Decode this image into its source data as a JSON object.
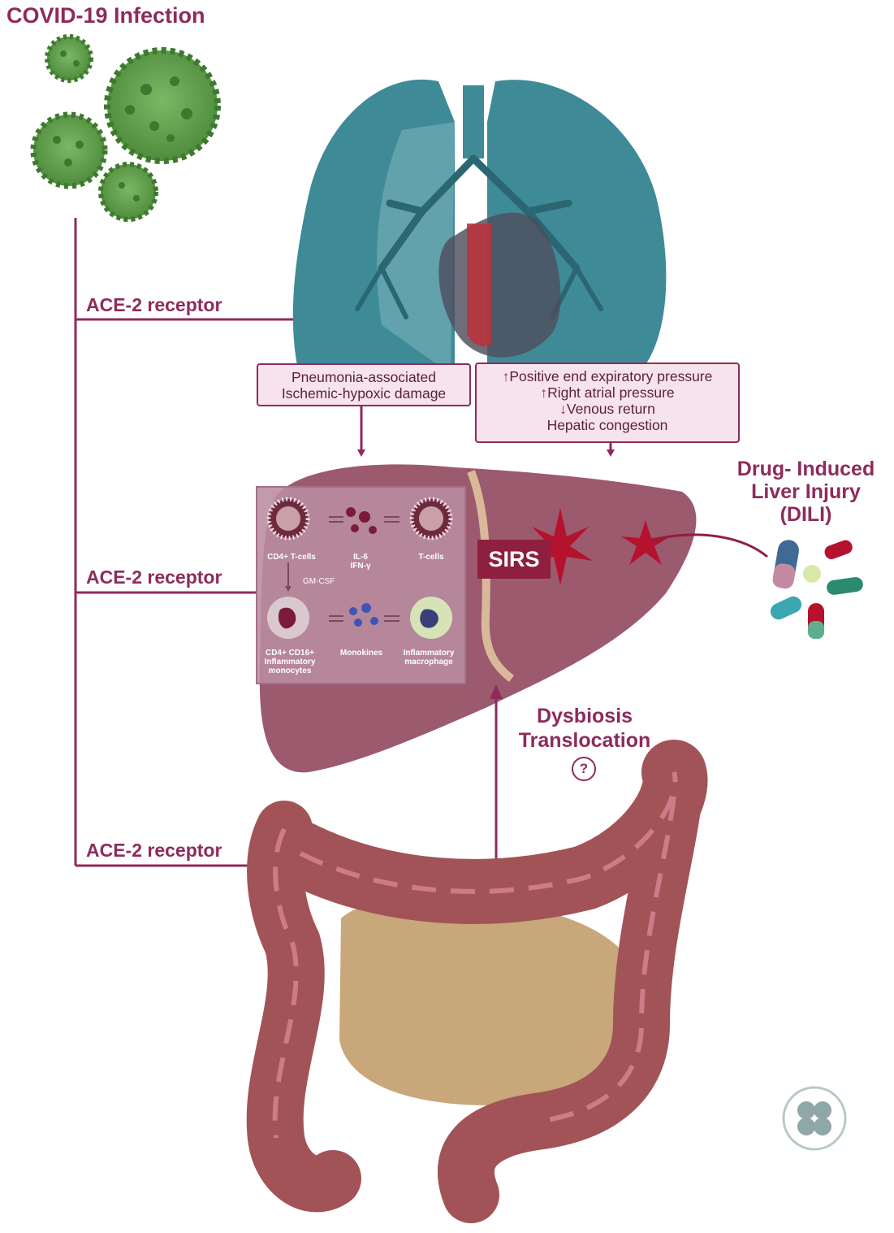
{
  "title": "COVID-19 Infection",
  "ace_labels": [
    "ACE-2 receptor",
    "ACE-2 receptor",
    "ACE-2 receptor"
  ],
  "box_left": {
    "line1": "Pneumonia-associated",
    "line2": "Ischemic-hypoxic damage"
  },
  "box_right": {
    "line1": "Positive end expiratory pressure",
    "line2": "Right atrial pressure",
    "line3": "Venous return",
    "line4": "Hepatic congestion"
  },
  "immune_panel": {
    "cd4": "CD4+ T-cells",
    "il6": "IL-6",
    "ifn": "IFN-γ",
    "tcells": "T-cells",
    "gmcsf": "GM-CSF",
    "mono_line1": "CD4+  CD16+",
    "mono_line2": "Inflammatory",
    "mono_line3": "monocytes",
    "monokines": "Monokines",
    "macro_line1": "Inflammatory",
    "macro_line2": "macrophage"
  },
  "sirs": "SIRS",
  "dili": {
    "line1": "Drug- Induced",
    "line2": "Liver Injury",
    "line3": "(DILI)"
  },
  "dysbiosis": {
    "line1": "Dysbiosis",
    "line2": "Translocation",
    "question": "?"
  },
  "colors": {
    "accent": "#8e2b5c",
    "virus": "#5a9a46",
    "lung": "#3f8a97",
    "liver": "#9c5a6e",
    "intestine": "#a25357"
  }
}
